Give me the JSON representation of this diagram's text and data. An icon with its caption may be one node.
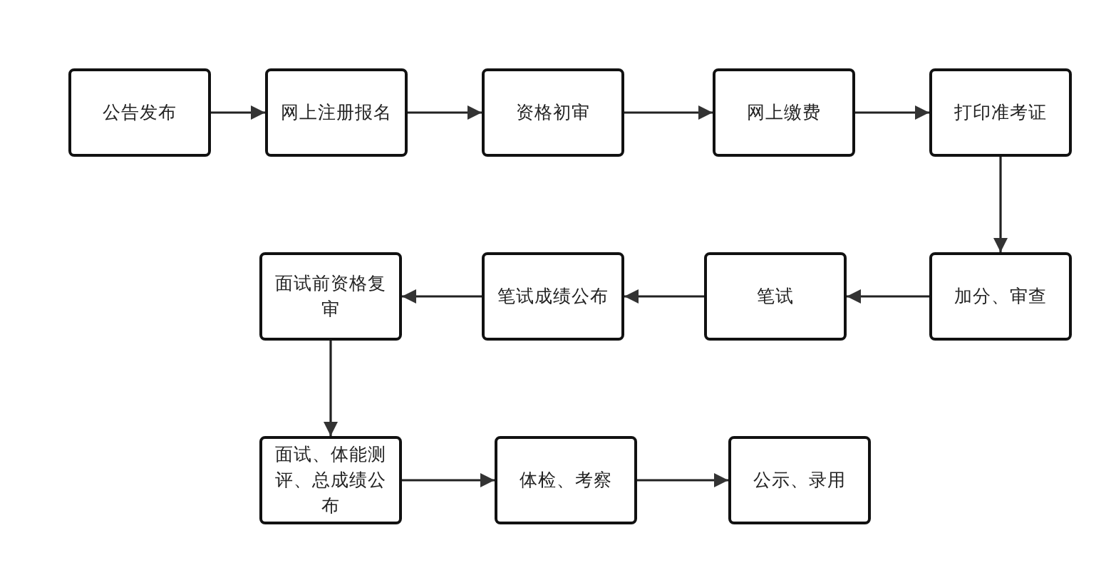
{
  "diagram": {
    "nodes": [
      {
        "text": [
          "公告发布"
        ]
      },
      {
        "text": [
          "网上注册报名"
        ]
      },
      {
        "text": [
          "资格初审"
        ]
      },
      {
        "text": [
          "网上缴费"
        ]
      },
      {
        "text": [
          "打印准考证"
        ]
      },
      {
        "text": [
          "加分、审查"
        ]
      },
      {
        "text": [
          "笔试"
        ]
      },
      {
        "text": [
          "笔试成绩公布"
        ]
      },
      {
        "text": [
          "面试前资格复审"
        ]
      },
      {
        "text": [
          "面试、体能测评、总成绩公布"
        ]
      },
      {
        "text": [
          "体检、考察"
        ]
      },
      {
        "text": [
          "公示、录用"
        ]
      }
    ],
    "edges": [
      {
        "from": 0,
        "to": 1,
        "arrow": "to"
      },
      {
        "from": 1,
        "to": 2,
        "arrow": "to"
      },
      {
        "from": 2,
        "to": 3,
        "arrow": "to"
      },
      {
        "from": 3,
        "to": 4,
        "arrow": "to"
      },
      {
        "from": 4,
        "to": 5,
        "arrow": "to"
      },
      {
        "from": 5,
        "to": 6,
        "arrow": "to"
      },
      {
        "from": 6,
        "to": 7,
        "arrow": "to"
      },
      {
        "from": 7,
        "to": 8,
        "arrow": "to"
      },
      {
        "from": 8,
        "to": 9,
        "arrow": "to"
      },
      {
        "from": 9,
        "to": 10,
        "arrow": "to"
      },
      {
        "from": 10,
        "to": 11,
        "arrow": "to"
      }
    ]
  }
}
